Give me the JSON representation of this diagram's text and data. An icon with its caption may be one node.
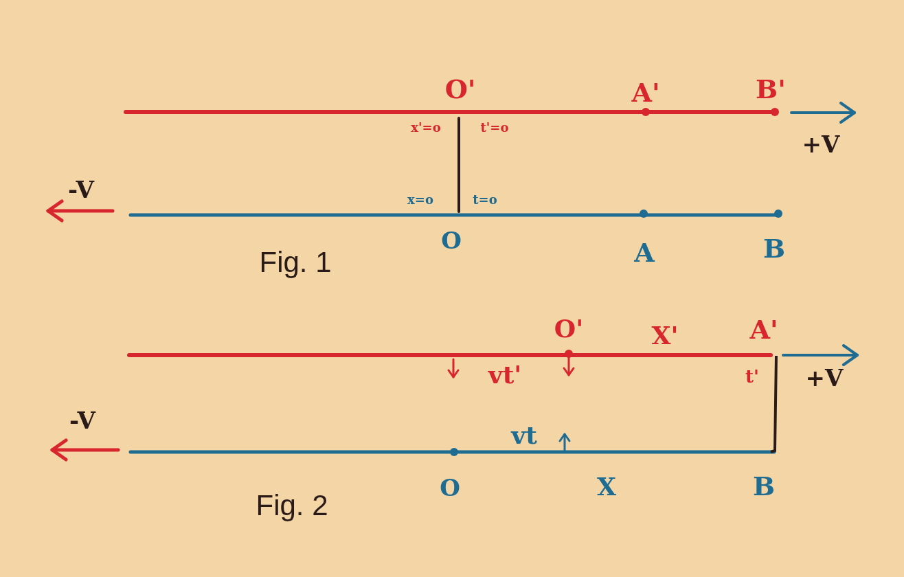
{
  "diagram": {
    "labels": [
      "O'",
      "A'",
      "B'",
      "x'=o",
      "t'=o",
      "+V",
      "-V",
      "x=o",
      "t=o",
      "O",
      "A",
      "B",
      "Fig. 1",
      "O'",
      "X'",
      "A'",
      "vt'",
      "t'",
      "+V",
      "-V",
      "vt",
      "O",
      "X",
      "B",
      "Fig. 2"
    ]
  }
}
